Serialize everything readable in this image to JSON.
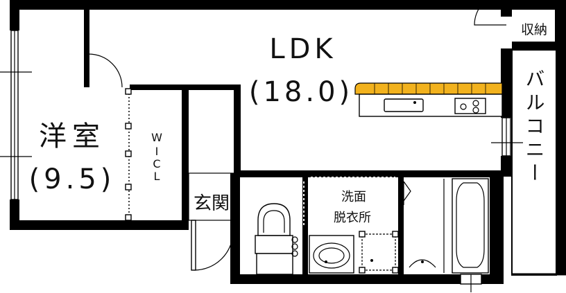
{
  "rooms": {
    "ldk_name": "LDK",
    "ldk_size": "(18.0)",
    "western_room_name": "洋室",
    "western_room_size": "(9.5)",
    "wic_letter_1": "W",
    "wic_letter_2": "I",
    "wic_letter_3": "C",
    "wic_letter_4": "L",
    "entrance": "玄関",
    "washroom_line1": "洗面",
    "washroom_line2": "脱衣所",
    "storage": "収納",
    "balcony": "バルコニー"
  },
  "colors": {
    "wall": "#000000",
    "counter": "#f2b21e",
    "background": "#ffffff"
  }
}
